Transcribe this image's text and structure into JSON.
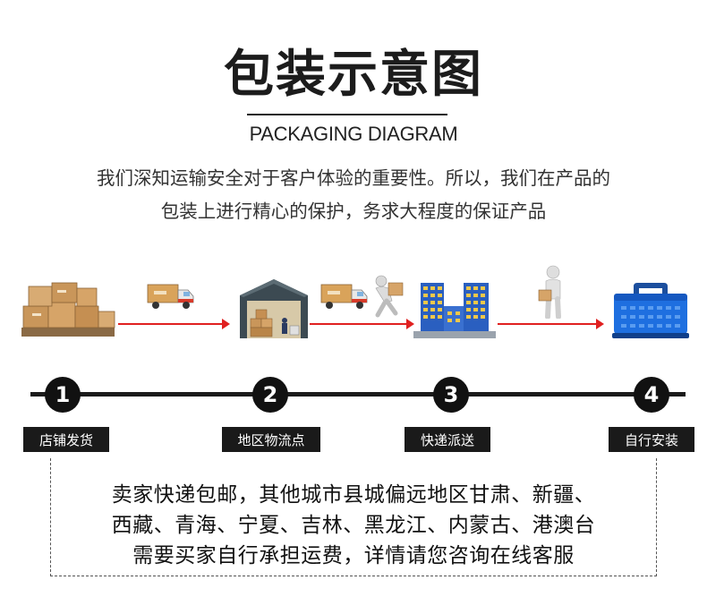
{
  "header": {
    "title": "包装示意图",
    "subtitle": "PACKAGING DIAGRAM"
  },
  "intro": {
    "line1": "我们深知运输安全对于客户体验的重要性。所以，我们在产品的",
    "line2": "包装上进行精心的保护，务求大程度的保证产品"
  },
  "steps": [
    {
      "number": "1",
      "label": "店铺发货"
    },
    {
      "number": "2",
      "label": "地区物流点"
    },
    {
      "number": "3",
      "label": "快递派送"
    },
    {
      "number": "4",
      "label": "自行安装"
    }
  ],
  "note": {
    "line1": "卖家快递包邮，其他城市县城偏远地区甘肃、新疆、",
    "line2": "西藏、青海、宁夏、吉林、黑龙江、内蒙古、港澳台",
    "line3": "需要买家自行承担运费，详情请您咨询在线客服"
  },
  "colors": {
    "arrow": "#e02020",
    "timeline": "#1b1b1b",
    "toolbox": "#1e6fe0",
    "building": "#2a5fc0",
    "box": "#c9965a"
  }
}
